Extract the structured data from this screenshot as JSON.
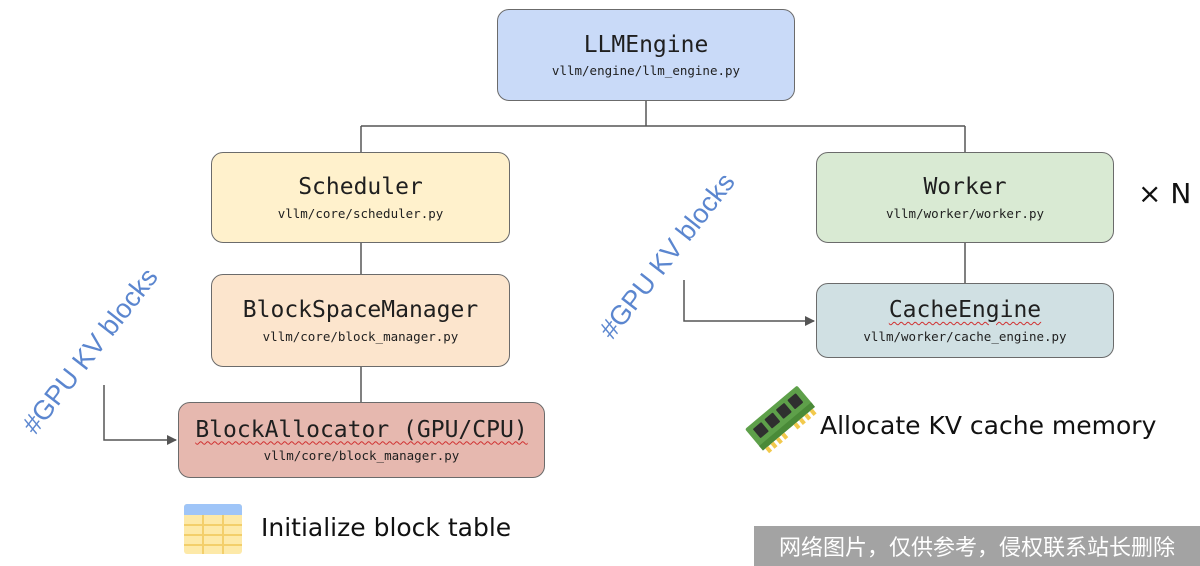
{
  "colors": {
    "engine_fill": "#c9daf8",
    "scheduler_fill": "#fff1cc",
    "blockspace_fill": "#fce5cd",
    "allocator_fill": "#e6b8af",
    "worker_fill": "#d9ead3",
    "cache_fill": "#d0e0e3",
    "rotated_text": "#5b86cf"
  },
  "boxes": {
    "llm_engine": {
      "name": "LLMEngine",
      "path": "vllm/engine/llm_engine.py"
    },
    "scheduler": {
      "name": "Scheduler",
      "path": "vllm/core/scheduler.py"
    },
    "block_space_manager": {
      "name": "BlockSpaceManager",
      "path": "vllm/core/block_manager.py"
    },
    "block_allocator": {
      "name": "BlockAllocator (GPU/CPU)",
      "path": "vllm/core/block_manager.py"
    },
    "worker": {
      "name": "Worker",
      "path": "vllm/worker/worker.py"
    },
    "cache_engine": {
      "name": "CacheEngine",
      "path": "vllm/worker/cache_engine.py"
    }
  },
  "annotations": {
    "gpu_kv_left": "#GPU KV blocks",
    "gpu_kv_right": "#GPU KV blocks",
    "times_n": "× N"
  },
  "captions": {
    "init_block_table": "Initialize block table",
    "alloc_kv_memory": "Allocate KV cache memory"
  },
  "icons": {
    "table": "table-icon",
    "memory": "memory-chip-icon"
  },
  "watermark": "网络图片，仅供参考，侵权联系站长删除"
}
